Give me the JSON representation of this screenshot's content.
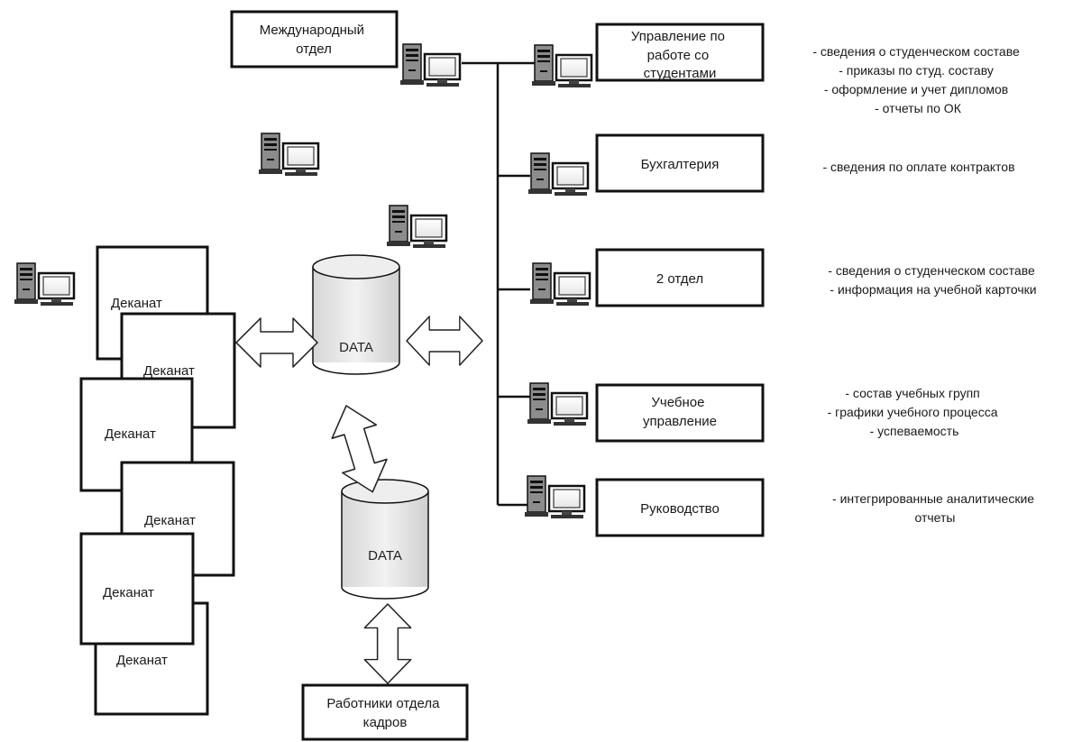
{
  "boxes": {
    "international": [
      "Международный",
      "отдел"
    ],
    "student_mgmt": [
      "Управление по",
      "работе со",
      "студентами"
    ],
    "accounting": [
      "Бухгалтерия"
    ],
    "dept2": [
      "2 отдел"
    ],
    "academic": [
      "Учебное",
      "управление"
    ],
    "leadership": [
      "Руководство"
    ],
    "hr": [
      "Работники отдела",
      "кадров"
    ]
  },
  "deanery_label": "Деканат",
  "database_label": "DATA",
  "notes": {
    "student_mgmt": [
      "- сведения о студенческом составе",
      "- приказы по студ. составу",
      "- оформление и учет дипломов",
      "- отчеты по ОК"
    ],
    "accounting": [
      "- сведения по оплате контрактов"
    ],
    "dept2": [
      "- сведения о студенческом составе",
      "- информация на учебной карточки"
    ],
    "academic": [
      "- состав учебных групп",
      "- графики учебного процесса",
      "- успеваемость"
    ],
    "leadership": [
      "- интегрированные аналитические",
      "отчеты"
    ]
  }
}
